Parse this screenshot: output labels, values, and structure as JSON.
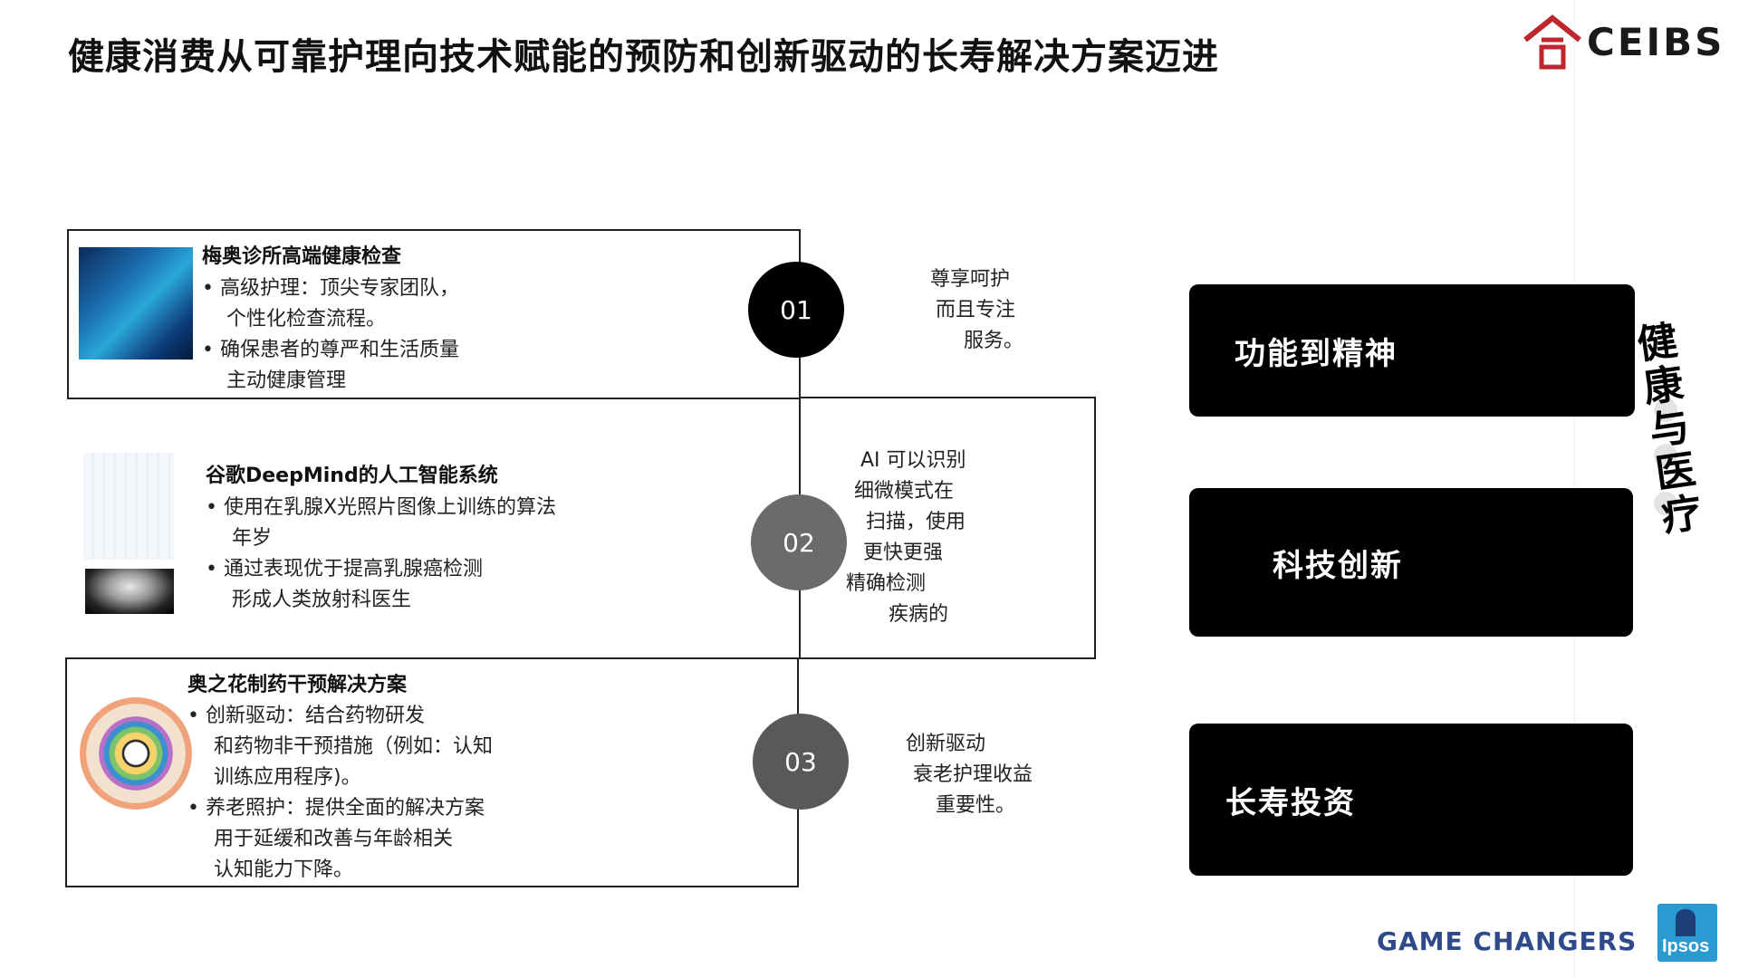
{
  "header": {
    "title": "健康消费从可靠护理向技术赋能的预防和创新驱动的长寿解决方案迈进",
    "logo_text": "CEIBS"
  },
  "items": [
    {
      "title": "梅奥诊所高端健康检查",
      "lines": [
        "• 高级护理：顶尖专家团队，",
        "个性化检查流程。",
        "• 确保患者的尊严和生活质量",
        "主动健康管理"
      ],
      "number": "01",
      "note": [
        "尊享呵护",
        "而且专注",
        "服务。"
      ]
    },
    {
      "title": "谷歌DeepMind的人工智能系统",
      "lines": [
        "• 使用在乳腺X光照片图像上训练的算法",
        "年岁",
        "• 通过表现优于提高乳腺癌检测",
        "形成人类放射科医生"
      ],
      "number": "02",
      "note": [
        "AI 可以识别",
        "细微模式在",
        "扫描，使用",
        "更快更强",
        "精确检测",
        "疾病的"
      ]
    },
    {
      "title": "奥之花制药干预解决方案",
      "lines": [
        "• 创新驱动：结合药物研发",
        "和药物非干预措施（例如：认知",
        "训练应用程序)。",
        "• 养老照护：提供全面的解决方案",
        "用于延缓和改善与年龄相关",
        "认知能力下降。"
      ],
      "number": "03",
      "note": [
        "创新驱动",
        "衰老护理收益",
        "重要性。"
      ]
    }
  ],
  "cards": [
    "功能到精神",
    "科技创新",
    "长寿投资"
  ],
  "vertical_label": "健康与医疗",
  "footer": {
    "text": "GAME CHANGERS",
    "brand": "Ipsos"
  },
  "colors": {
    "card_bg": "#000000",
    "circle_1": "#000000",
    "circle_2": "#6b6b6b",
    "circle_3": "#595959",
    "footer_text": "#2e4a8b",
    "ipsos_bg": "#2a9ad0",
    "logo_red": "#c0262d"
  },
  "icons": [
    "ceibs-logo-icon",
    "ipsos-logo-icon"
  ]
}
